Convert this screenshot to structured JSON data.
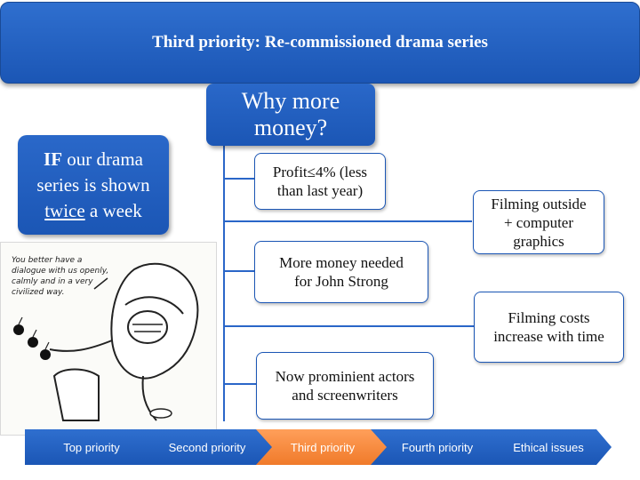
{
  "header": {
    "title": "Third priority: Re-commissioned drama series"
  },
  "center": {
    "question_line1": "Why more",
    "question_line2": "money?"
  },
  "condition": {
    "if_word": "IF",
    "text_a": " our drama series is shown ",
    "twice_word": "twice",
    "text_b": " a week"
  },
  "reasons": {
    "profit_line1": "Profit≤4% (less",
    "profit_line2": "than last year)",
    "john_line1": "More money needed",
    "john_line2": "for John Strong",
    "actors_line1": "Now prominient actors",
    "actors_line2": "and screenwriters",
    "filming_line1": "Filming outside",
    "filming_line2": "+ computer",
    "filming_line3": "graphics",
    "costs_line1": "Filming costs",
    "costs_line2": "increase with time"
  },
  "cartoon": {
    "speech_line1": "You better have a",
    "speech_line2": "dialogue with us openly,",
    "speech_line3": "calmly and in a very",
    "speech_line4": "civilized way."
  },
  "nav": {
    "items": [
      "Top priority",
      "Second priority",
      "Third priority",
      "Fourth priority",
      "Ethical issues"
    ],
    "active_index": 2
  },
  "colors": {
    "primary_blue": "#1b56b5",
    "active_orange": "#f07a2a"
  }
}
